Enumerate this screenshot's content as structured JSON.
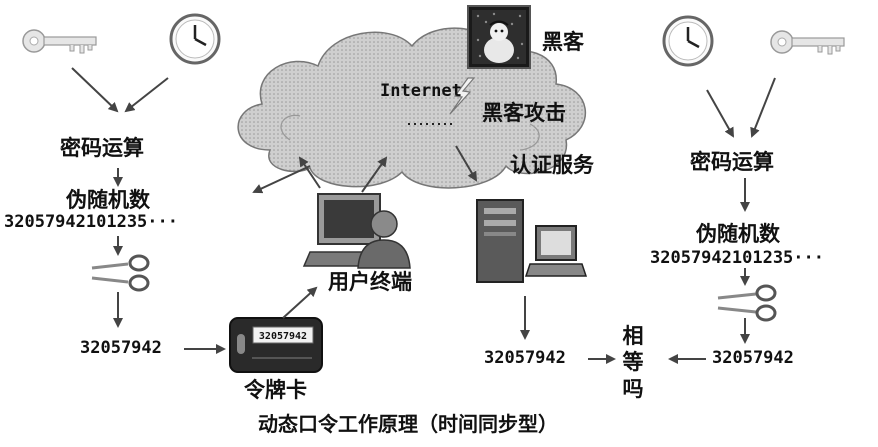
{
  "caption": "动态口令工作原理（时间同步型）",
  "cloud_label": "Internet",
  "left": {
    "op_label": "密码运算",
    "rand_label": "伪随机数",
    "rand_digits": "32057942101235···",
    "result": "32057942"
  },
  "right": {
    "op_label": "密码运算",
    "rand_label": "伪随机数",
    "rand_digits": "32057942101235···",
    "result": "32057942"
  },
  "token_label": "令牌卡",
  "token_display": "32057942",
  "terminal_label": "用户终端",
  "server_label": "认证服务",
  "hacker_label": "黑客",
  "attack_label": "黑客攻击",
  "compare_result": "32057942",
  "compare_label": [
    "相",
    "等",
    "吗"
  ],
  "icons": [
    "key-icon",
    "clock-icon",
    "scissors-icon",
    "computer-icon",
    "user-icon",
    "server-icon",
    "hacker-icon",
    "lightning-icon",
    "token-card-icon"
  ]
}
